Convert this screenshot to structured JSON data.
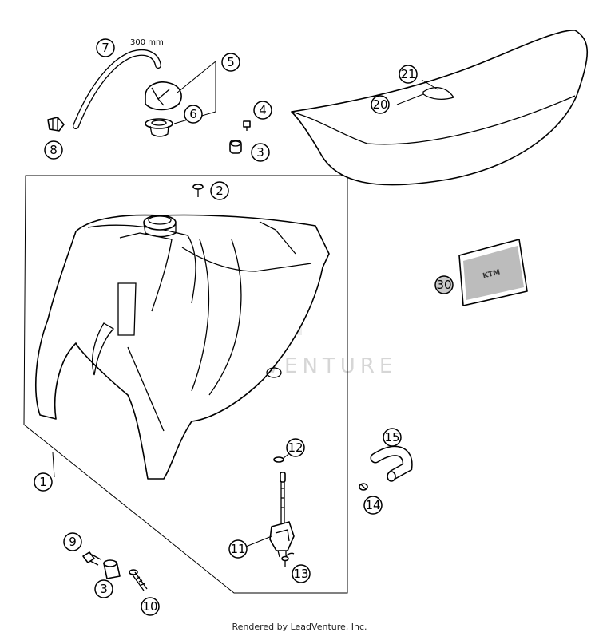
{
  "annotation": "300 mm",
  "watermark": "LEADVENTURE",
  "footer": "Rendered by LeadVenture, Inc.",
  "sticker_text": "KTM",
  "callouts": [
    {
      "id": "c1",
      "label": "1"
    },
    {
      "id": "c2",
      "label": "2"
    },
    {
      "id": "c3a",
      "label": "3"
    },
    {
      "id": "c3b",
      "label": "3"
    },
    {
      "id": "c4",
      "label": "4"
    },
    {
      "id": "c5",
      "label": "5"
    },
    {
      "id": "c6",
      "label": "6"
    },
    {
      "id": "c7",
      "label": "7"
    },
    {
      "id": "c8",
      "label": "8"
    },
    {
      "id": "c9",
      "label": "9"
    },
    {
      "id": "c10",
      "label": "10"
    },
    {
      "id": "c11",
      "label": "11"
    },
    {
      "id": "c12",
      "label": "12"
    },
    {
      "id": "c13",
      "label": "13"
    },
    {
      "id": "c14",
      "label": "14"
    },
    {
      "id": "c15",
      "label": "15"
    },
    {
      "id": "c20",
      "label": "20"
    },
    {
      "id": "c21",
      "label": "21"
    },
    {
      "id": "c30",
      "label": "30"
    }
  ]
}
